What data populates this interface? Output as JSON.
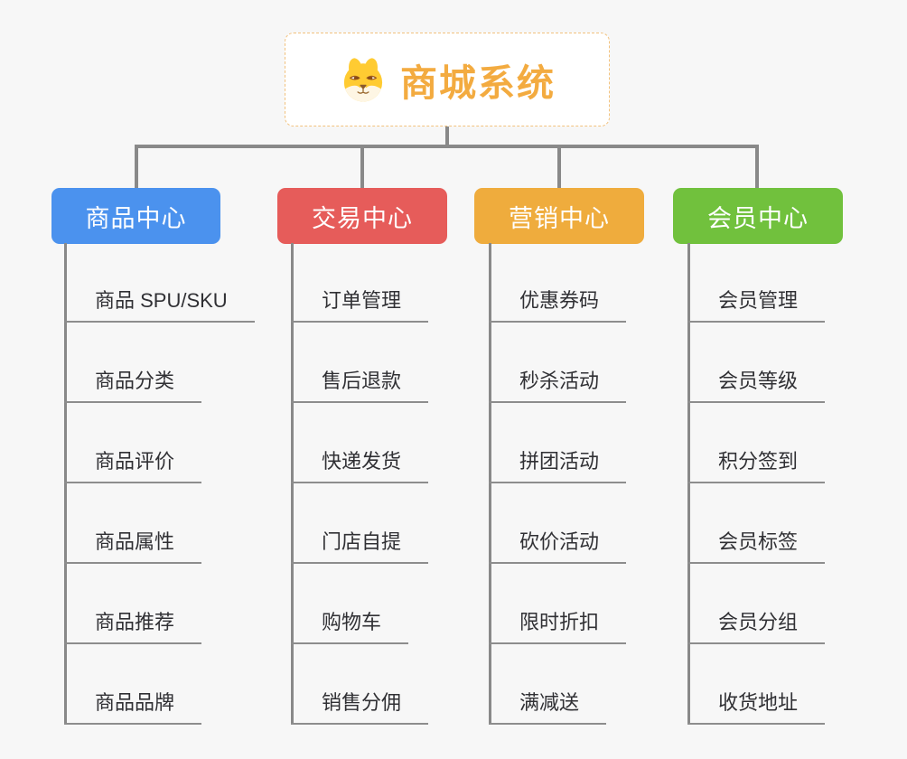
{
  "canvas": {
    "background": "#f7f7f7",
    "connector_color": "#898989",
    "leaf_line_color": "#8d8d8d",
    "leaf_text_color": "#303034"
  },
  "root": {
    "title": "商城系统",
    "icon": "shiba-dog-icon",
    "title_color": "#f3ab40",
    "border_color": "#f2c27e"
  },
  "branches": [
    {
      "label": "商品中心",
      "color": "#4b92ee",
      "items": [
        "商品 SPU/SKU",
        "商品分类",
        "商品评价",
        "商品属性",
        "商品推荐",
        "商品品牌"
      ]
    },
    {
      "label": "交易中心",
      "color": "#e65c5a",
      "items": [
        "订单管理",
        "售后退款",
        "快递发货",
        "门店自提",
        "购物车",
        "销售分佣"
      ]
    },
    {
      "label": "营销中心",
      "color": "#efac3d",
      "items": [
        "优惠券码",
        "秒杀活动",
        "拼团活动",
        "砍价活动",
        "限时折扣",
        "满减送"
      ]
    },
    {
      "label": "会员中心",
      "color": "#71c13d",
      "items": [
        "会员管理",
        "会员等级",
        "积分签到",
        "会员标签",
        "会员分组",
        "收货地址"
      ]
    }
  ]
}
